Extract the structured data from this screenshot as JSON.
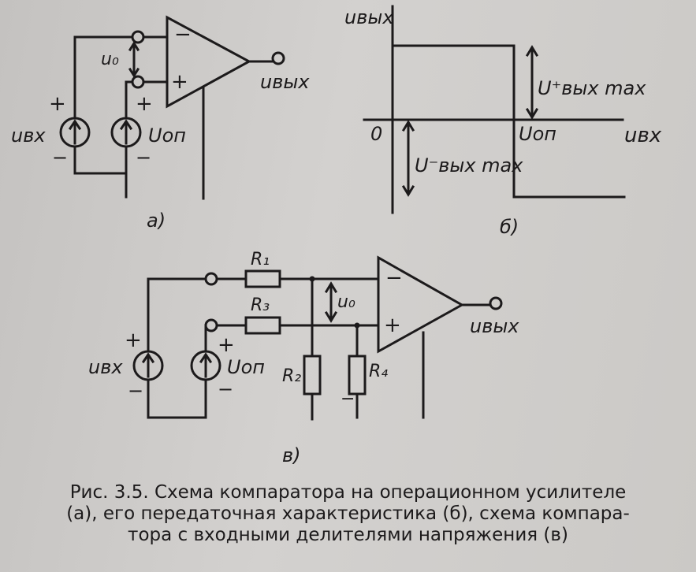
{
  "diagram_a": {
    "label": "а)",
    "u0": "u₀",
    "uvx": "uвх",
    "uvyx": "uвых",
    "uop": "Uоп",
    "plus": "+",
    "minus": "−"
  },
  "diagram_b": {
    "label": "б)",
    "ylabel": "uвых",
    "xlabel": "uвх",
    "origin": "0",
    "uop": "Uоп",
    "umax_plus": "U⁺вых max",
    "umax_minus": "U⁻вых max"
  },
  "diagram_c": {
    "label": "в)",
    "r1": "R₁",
    "r2": "R₂",
    "r3": "R₃",
    "r4": "R₄",
    "u0": "u₀",
    "uvx": "uвх",
    "uvyx": "uвых",
    "uop": "Uоп",
    "plus": "+",
    "minus": "−"
  },
  "caption": {
    "line1": "Рис. 3.5. Схема компаратора на операционном усилителе",
    "line2": "(а), его передаточная характеристика (б), схема компара-",
    "line3": "тора с входными делителями напряжения (в)"
  }
}
